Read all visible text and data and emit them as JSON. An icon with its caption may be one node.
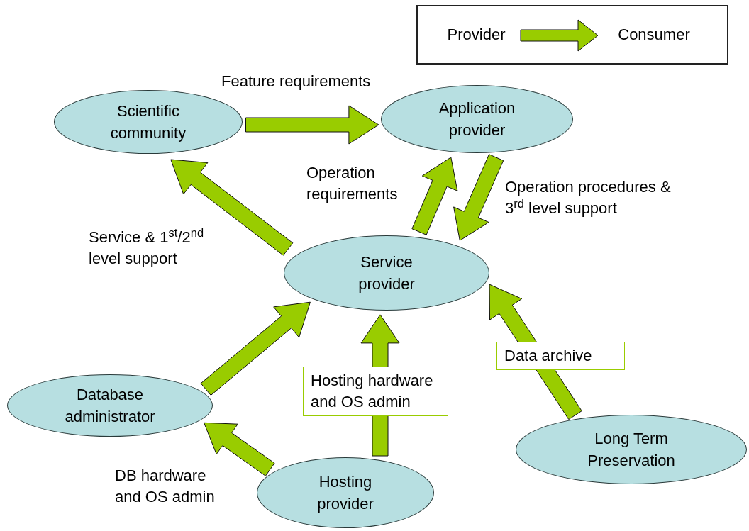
{
  "diagram": {
    "nodes": [
      {
        "text": [],
        "shape": "box"
      },
      {
        "text": [
          "Provider"
        ],
        "in": 0
      },
      {
        "text": [
          "Consumer"
        ],
        "in": 0
      },
      {
        "text": [
          "Scientific community"
        ]
      },
      {
        "text": [
          "Application provider"
        ]
      },
      {
        "text": [
          "Service provider"
        ]
      },
      {
        "text": [
          "Database administrator"
        ]
      },
      {
        "text": [
          "Hosting provider"
        ]
      },
      {
        "text": [
          "Long Term Preservation"
        ]
      }
    ],
    "edges": [
      {
        "from": 1,
        "to": 2,
        "arrow": "to"
      },
      {
        "from": 3,
        "to": 4,
        "arrow": "to",
        "label": "Feature requirements"
      },
      {
        "from": 5,
        "to": 3,
        "arrow": "to",
        "label": "Service & 1$^{st}$/2$^{nd}$ level support"
      },
      {
        "from": 5,
        "to": 4,
        "arrow": "to",
        "label": "Operation requirements"
      },
      {
        "from": 4,
        "to": 5,
        "arrow": "to",
        "label": "Operation procedures & 3$^{rd}$ level support"
      },
      {
        "from": 6,
        "to": 5,
        "arrow": "to"
      },
      {
        "from": 7,
        "to": 6,
        "arrow": "to",
        "label": "DB hardware and OS admin"
      },
      {
        "from": 7,
        "to": 5,
        "arrow": "to",
        "label": "Hosting hardware and OS admin"
      },
      {
        "from": 8,
        "to": 5,
        "arrow": "to",
        "label": "Data archive"
      }
    ]
  }
}
